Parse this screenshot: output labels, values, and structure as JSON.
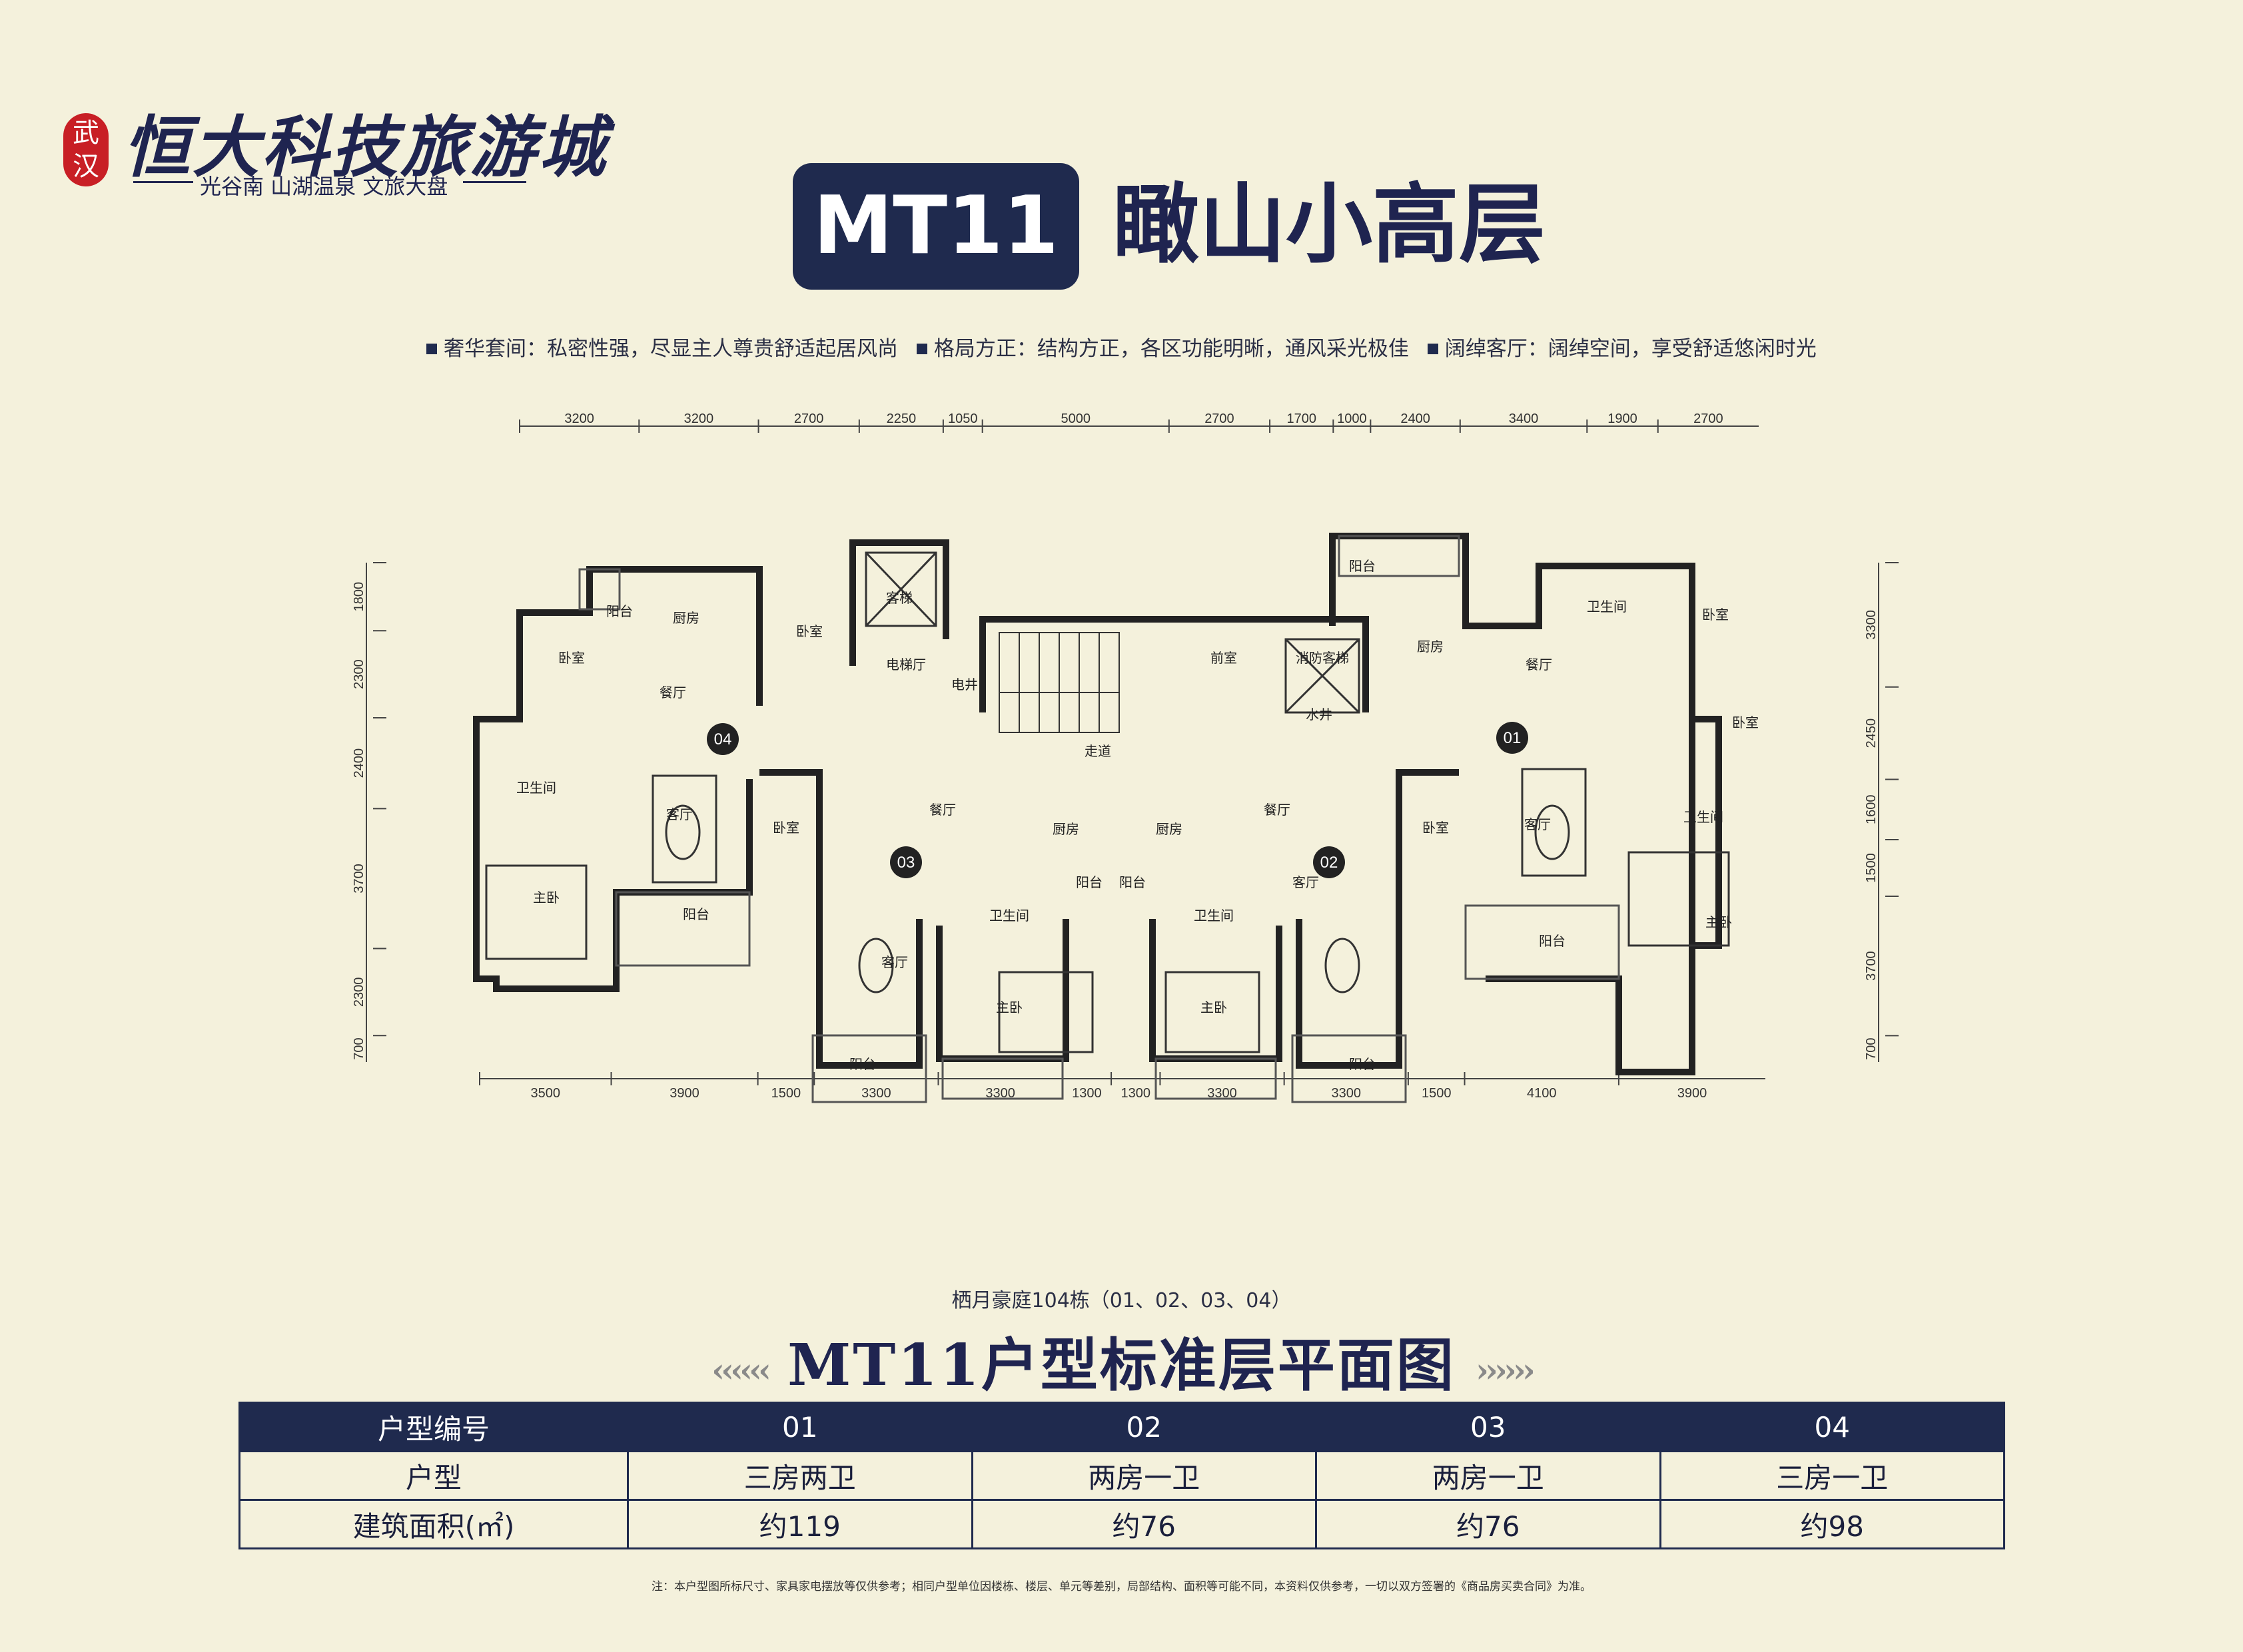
{
  "logo": {
    "seal": [
      "武",
      "汉"
    ],
    "title": "恒大科技旅游城",
    "subtitle": "光谷南 山湖温泉 文旅大盘"
  },
  "header": {
    "model": "MT11",
    "title": "瞰山小高层"
  },
  "features": [
    "奢华套间：私密性强，尽显主人尊贵舒适起居风尚",
    "格局方正：结构方正，各区功能明晰，通风采光极佳",
    "阔绰客厅：阔绰空间，享受舒适悠闲时光"
  ],
  "plan": {
    "top_dims": [
      "3200",
      "3200",
      "2700",
      "2250",
      "1050",
      "5000",
      "2700",
      "1700",
      "1000",
      "2400",
      "3400",
      "1900",
      "2700"
    ],
    "bottom_dims": [
      "3500",
      "3900",
      "1500",
      "3300",
      "3300",
      "1300",
      "1300",
      "3300",
      "3300",
      "1500",
      "4100",
      "3900"
    ],
    "left_dims": [
      "1800",
      "2300",
      "2400",
      "3700",
      "2300",
      "700"
    ],
    "right_dims": [
      "3300",
      "2450",
      "1600",
      "1500",
      "3700",
      "700"
    ],
    "unit_numbers": [
      "04",
      "03",
      "02",
      "01"
    ],
    "rooms": {
      "elevator": "客梯",
      "elevator_hall": "电梯厅",
      "shaft": "电井",
      "front_room": "前室",
      "fire_elevator": "消防客梯",
      "water_shaft": "水井",
      "corridor": "走道",
      "kitchen": "厨房",
      "bedroom": "卧室",
      "master_bedroom": "主卧",
      "dining": "餐厅",
      "living": "客厅",
      "bathroom": "卫生间",
      "balcony": "阳台"
    }
  },
  "caption": "栖月豪庭104栋（01、02、03、04）",
  "plan_title": "MT11户型标准层平面图",
  "table": {
    "headers": [
      "户型编号",
      "01",
      "02",
      "03",
      "04"
    ],
    "rows": [
      [
        "户型",
        "三房两卫",
        "两房一卫",
        "两房一卫",
        "三房一卫"
      ],
      [
        "建筑面积(㎡)",
        "约119",
        "约76",
        "约76",
        "约98"
      ]
    ]
  },
  "footnote": "注：本户型图所标尺寸、家具家电摆放等仅供参考；相同户型单位因楼栋、楼层、单元等差别，局部结构、面积等可能不同，本资料仅供参考，一切以双方签署的《商品房买卖合同》为准。",
  "colors": {
    "navy": "#1f2a4e",
    "seal_red": "#c81f25",
    "background": "#f4f1dc"
  }
}
